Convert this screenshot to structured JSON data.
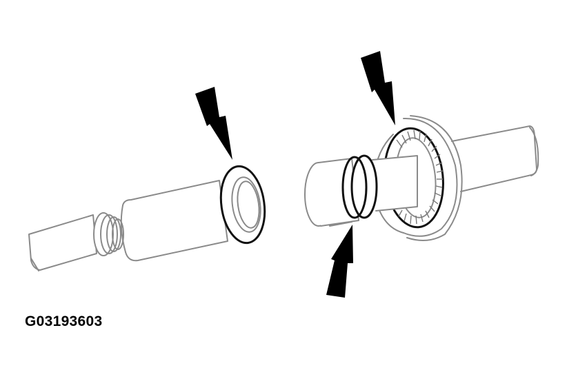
{
  "figure": {
    "code": "G03193603",
    "description": "Exploded view of two shaft/tube components with seals; arrows indicate seal/O-ring locations",
    "colors": {
      "background": "#ffffff",
      "line_art": "#8a8a8a",
      "highlight_outline": "#111111",
      "arrow": "#000000"
    }
  },
  "components": [
    {
      "id": "left-tube",
      "label": "Tube with flared end and seal ring"
    },
    {
      "id": "left-seal",
      "label": "Seal ring on tube end (indicated by arrow)"
    },
    {
      "id": "right-shaft",
      "label": "Shaft with O-ring groove"
    },
    {
      "id": "o-ring",
      "label": "O-ring on shaft (indicated by arrow)"
    },
    {
      "id": "bearing-seal",
      "label": "Toothed bearing / seal ring (indicated by arrow)"
    }
  ],
  "arrows": [
    {
      "id": "arrow-left-seal",
      "points_to": "left-seal",
      "direction": "down-right"
    },
    {
      "id": "arrow-bearing-seal",
      "points_to": "bearing-seal",
      "direction": "down-right"
    },
    {
      "id": "arrow-o-ring",
      "points_to": "o-ring",
      "direction": "up-right"
    }
  ]
}
